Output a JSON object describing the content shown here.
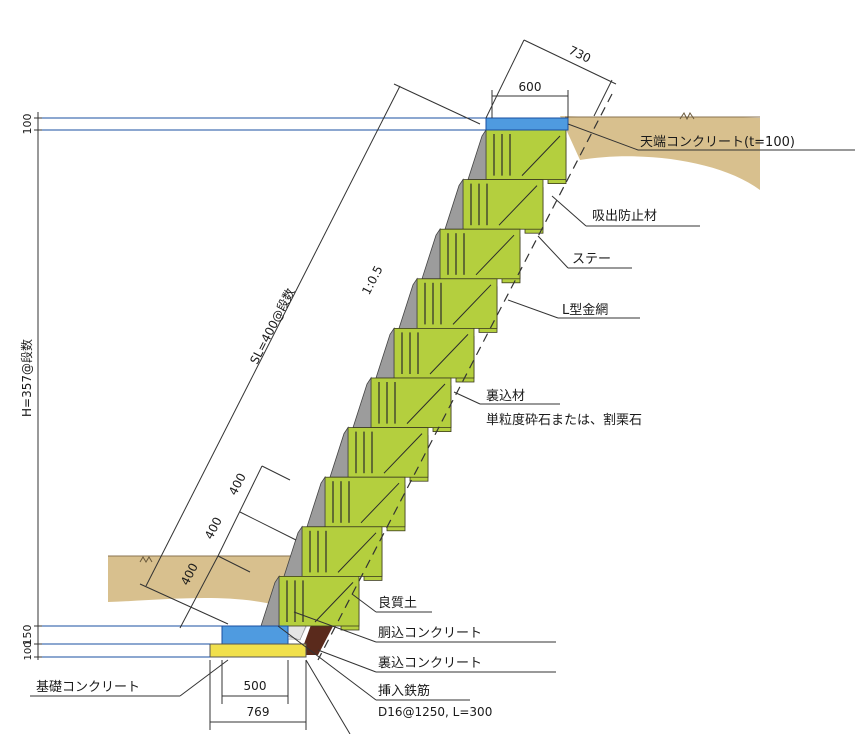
{
  "dimensions": {
    "top_slant": "730",
    "top_width": "600",
    "top_height": "100",
    "total_height": "H=357@段数",
    "slope_length": "SL=400@段数",
    "slope_ratio": "1:0.5",
    "block_a": "400",
    "block_b": "400",
    "block_c": "400",
    "base_height": "150",
    "base_sub": "100",
    "base_width": "500",
    "footing_width": "769"
  },
  "labels": {
    "crown_concrete": "天端コンクリート(t=100)",
    "suction_prevention": "吸出防止材",
    "stay": "ステー",
    "l_wire_mesh": "L型金網",
    "backfill": "裏込材",
    "backfill_note": "単粒度砕石または、割栗石",
    "good_soil": "良質土",
    "filler_concrete": "胴込コンクリート",
    "back_concrete": "裏込コンクリート",
    "rebar": "挿入鉄筋",
    "rebar_spec": "D16@1250, L=300",
    "foundation_concrete": "基礎コンクリート"
  },
  "colors": {
    "block_green": "#b4cf3e",
    "block_gray": "#9c9c9c",
    "soil": "#d8c08e",
    "crown_blue": "#4f9be0",
    "base_yellow": "#f1e04c",
    "good_soil": "#5a2a1c"
  }
}
